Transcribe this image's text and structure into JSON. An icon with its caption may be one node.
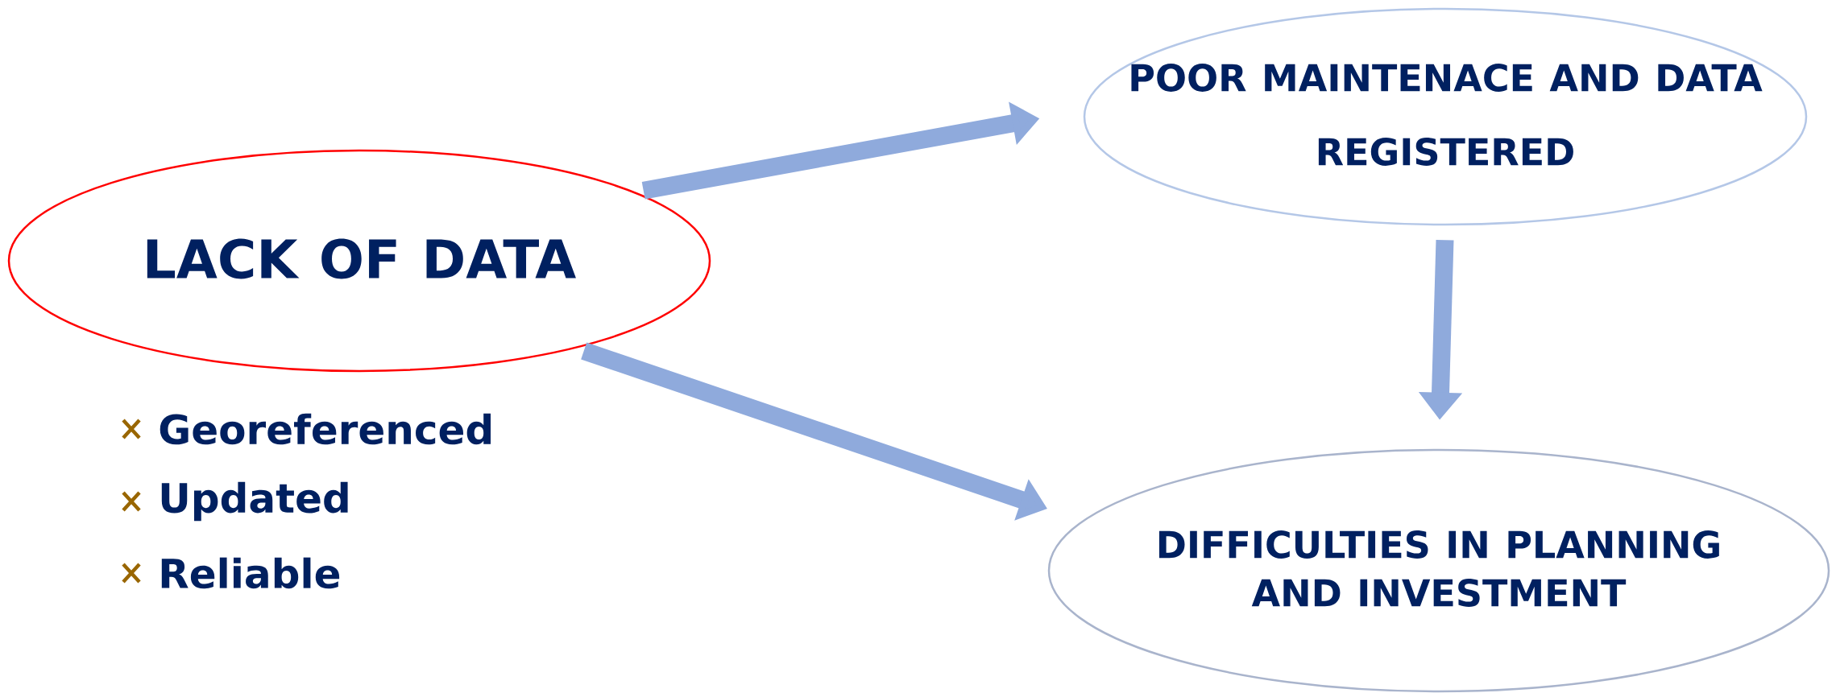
{
  "diagram": {
    "nodes": [
      {
        "text": [
          "LACK OF DATA"
        ]
      },
      {
        "text": [
          "POOR MAINTENACE AND DATA REGISTERED"
        ]
      },
      {
        "text": [
          "DIFFICULTIES IN PLANNING AND INVESTMENT"
        ]
      }
    ],
    "edges": [
      {
        "from": 0,
        "to": 1,
        "arrow": "to"
      },
      {
        "from": 1,
        "to": 2,
        "arrow": "to"
      },
      {
        "from": 0,
        "to": 2,
        "arrow": "to"
      }
    ],
    "labels": [
      "Georeferenced",
      "Updated",
      "Reliable"
    ]
  }
}
